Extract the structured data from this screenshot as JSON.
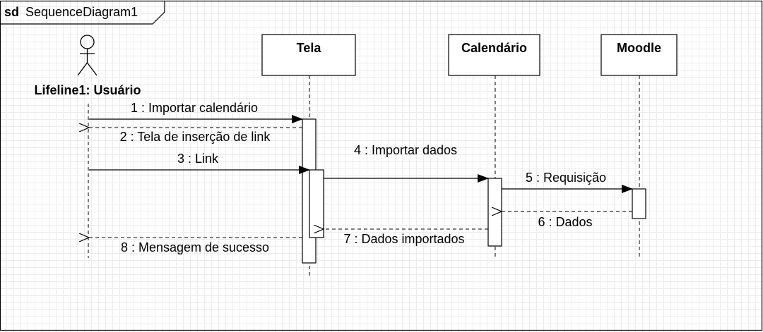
{
  "frame": {
    "keyword": "sd",
    "name": "SequenceDiagram1"
  },
  "lifelines": [
    {
      "id": "user",
      "label": "Lifeline1: Usuário",
      "kind": "actor"
    },
    {
      "id": "tela",
      "label": "Tela",
      "kind": "box"
    },
    {
      "id": "cal",
      "label": "Calendário",
      "kind": "box"
    },
    {
      "id": "moodle",
      "label": "Moodle",
      "kind": "box"
    }
  ],
  "messages": [
    {
      "label": "1 : Importar calendário",
      "from": "user",
      "to": "tela",
      "type": "sync"
    },
    {
      "label": "2 : Tela de inserção de link",
      "from": "tela",
      "to": "user",
      "type": "return"
    },
    {
      "label": "3 : Link",
      "from": "user",
      "to": "tela",
      "type": "sync"
    },
    {
      "label": "4 : Importar dados",
      "from": "tela",
      "to": "cal",
      "type": "sync"
    },
    {
      "label": "5 : Requisição",
      "from": "cal",
      "to": "moodle",
      "type": "sync"
    },
    {
      "label": "6 : Dados",
      "from": "moodle",
      "to": "cal",
      "type": "return"
    },
    {
      "label": "7 : Dados importados",
      "from": "cal",
      "to": "tela",
      "type": "return"
    },
    {
      "label": "8 : Mensagem de sucesso",
      "from": "tela",
      "to": "user",
      "type": "return"
    }
  ],
  "colors": {
    "line": "#000000",
    "grid": "#ececec",
    "background": "#ffffff"
  }
}
